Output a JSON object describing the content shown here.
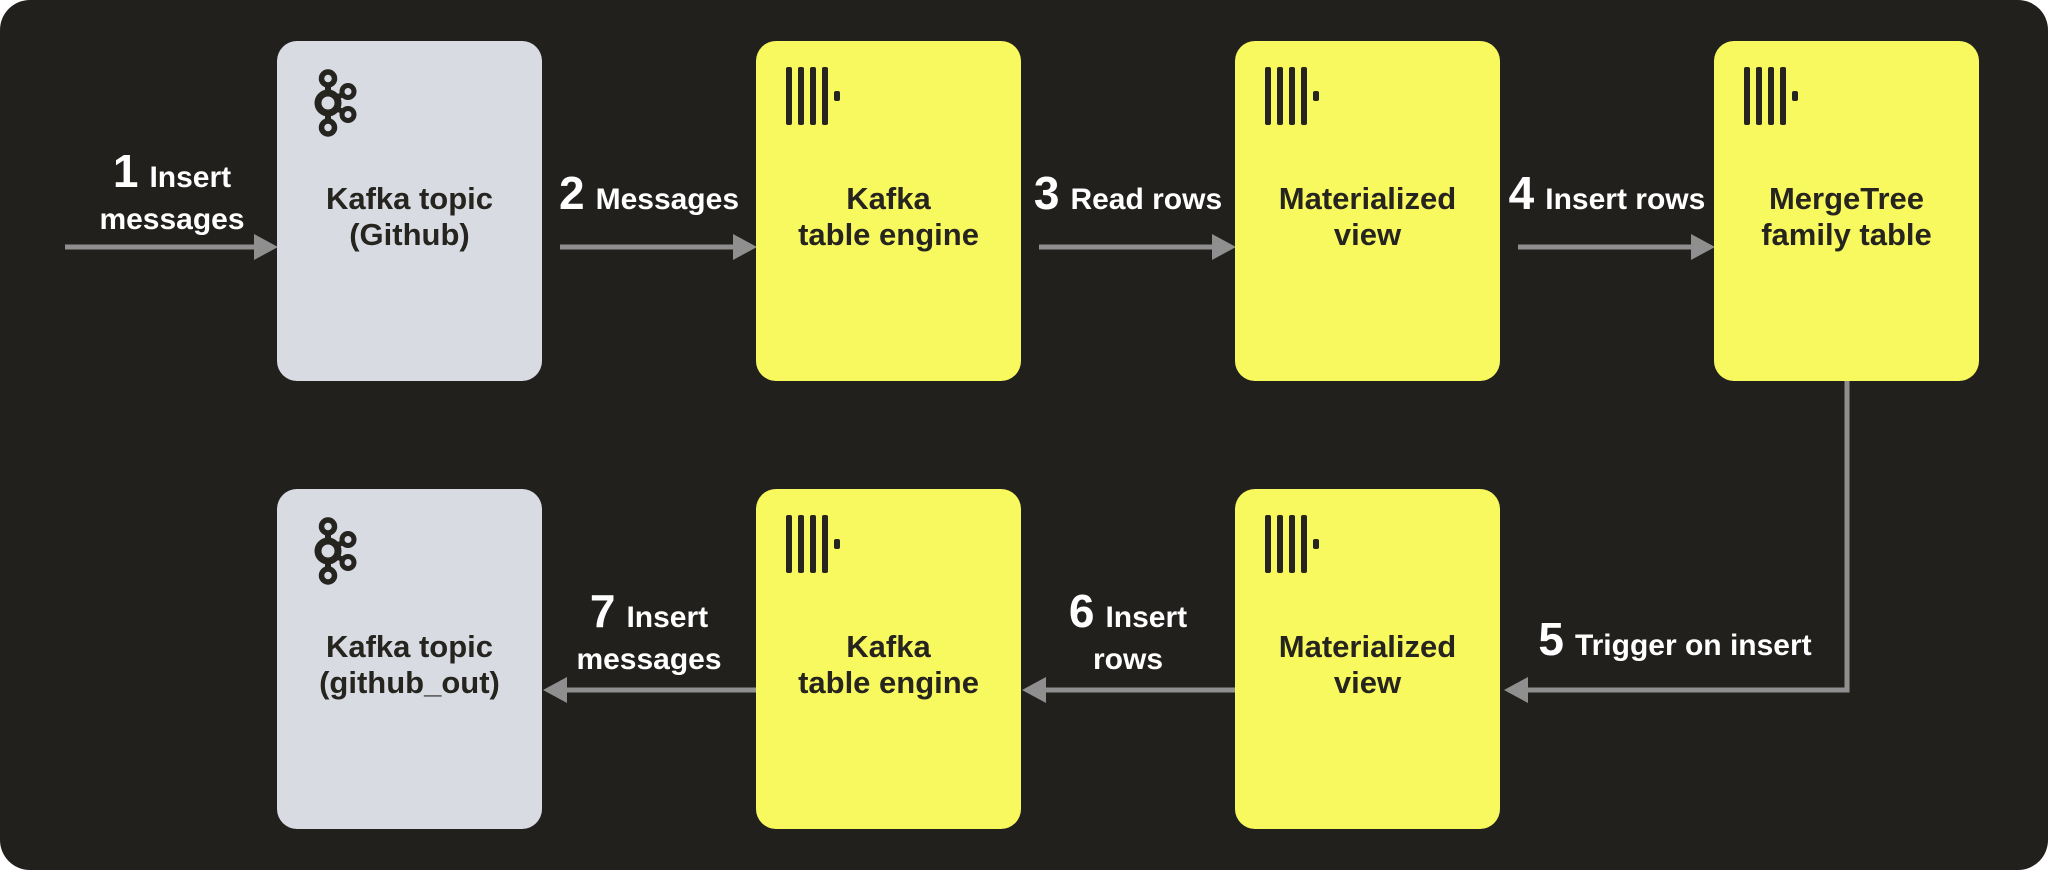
{
  "colors": {
    "page": "#ffffff",
    "canvas": "#21201c",
    "node-yellow": "#f8f95e",
    "node-gray": "#d8dbe2",
    "ink": "#26241f",
    "arrow": "#8f8f8f",
    "step-text": "#ffffff"
  },
  "nodes": [
    {
      "id": "kafka-topic-github",
      "line1": "Kafka topic",
      "line2": "(Github)",
      "icon": "kafka-icon"
    },
    {
      "id": "kafka-table-engine-top",
      "line1": "Kafka",
      "line2": "table engine",
      "icon": "clickhouse-icon"
    },
    {
      "id": "materialized-view-top",
      "line1": "Materialized",
      "line2": "view",
      "icon": "clickhouse-icon"
    },
    {
      "id": "mergetree-family-table",
      "line1": "MergeTree",
      "line2": "family table",
      "icon": "clickhouse-icon"
    },
    {
      "id": "materialized-view-bottom",
      "line1": "Materialized",
      "line2": "view",
      "icon": "clickhouse-icon"
    },
    {
      "id": "kafka-table-engine-bottom",
      "line1": "Kafka",
      "line2": "table engine",
      "icon": "clickhouse-icon"
    },
    {
      "id": "kafka-topic-github-out",
      "line1": "Kafka topic",
      "line2": "(github_out)",
      "icon": "kafka-icon"
    }
  ],
  "steps": [
    {
      "num": "1",
      "line1": "Insert",
      "line2": "messages"
    },
    {
      "num": "2",
      "line1": "Messages",
      "line2": ""
    },
    {
      "num": "3",
      "line1": "Read rows",
      "line2": ""
    },
    {
      "num": "4",
      "line1": "Insert rows",
      "line2": ""
    },
    {
      "num": "5",
      "line1": "Trigger on insert",
      "line2": ""
    },
    {
      "num": "6",
      "line1": "Insert",
      "line2": "rows"
    },
    {
      "num": "7",
      "line1": "Insert",
      "line2": "messages"
    }
  ]
}
